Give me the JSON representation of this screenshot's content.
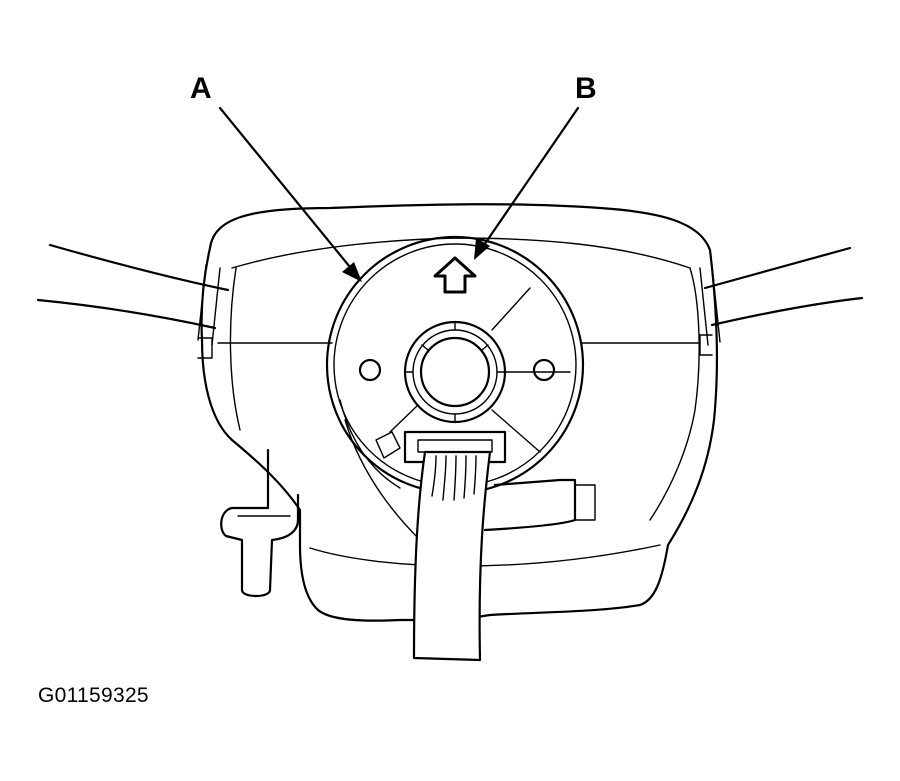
{
  "callouts": {
    "a": "A",
    "b": "B"
  },
  "figure_id": "G01159325"
}
